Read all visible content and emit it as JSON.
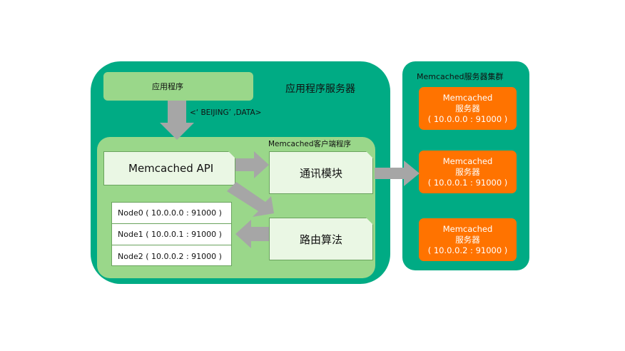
{
  "app_server": {
    "title": "应用程序服务器",
    "app_program": "应用程序",
    "request_label": "<‘ BEIJING’ ,DATA>"
  },
  "client": {
    "title": "Memcached客户端程序",
    "api": "Memcached API",
    "comm_module": "通讯模块",
    "routing": "路由算法",
    "nodes": [
      "Node0 ( 10.0.0.0 : 91000 )",
      "Node1 ( 10.0.0.1 : 91000 )",
      "Node2 ( 10.0.0.2 : 91000 )"
    ]
  },
  "cluster": {
    "title": "Memcached服务器集群",
    "servers": [
      {
        "line1": "Memcached",
        "line2": "服务器",
        "line3": "( 10.0.0.0 : 91000 )"
      },
      {
        "line1": "Memcached",
        "line2": "服务器",
        "line3": "( 10.0.0.1 : 91000 )"
      },
      {
        "line1": "Memcached",
        "line2": "服务器",
        "line3": "( 10.0.0.2 : 91000 )"
      }
    ]
  },
  "colors": {
    "server_green": "#00ab84",
    "client_green": "#9ad78a",
    "server_orange": "#ff7300",
    "arrow_gray": "#a6a6a6"
  }
}
